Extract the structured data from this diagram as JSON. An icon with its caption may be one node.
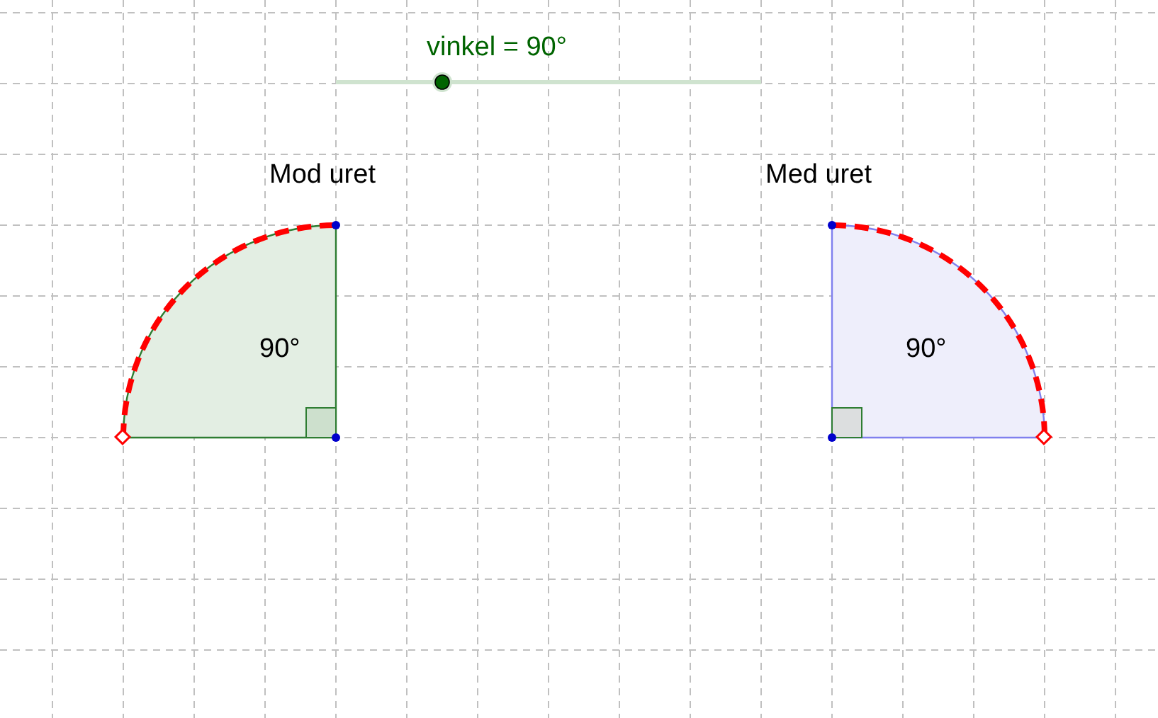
{
  "diagram": {
    "labels": [
      "vinkel = 90°",
      "Mod uret",
      "90°",
      "Med uret",
      "90°"
    ]
  }
}
